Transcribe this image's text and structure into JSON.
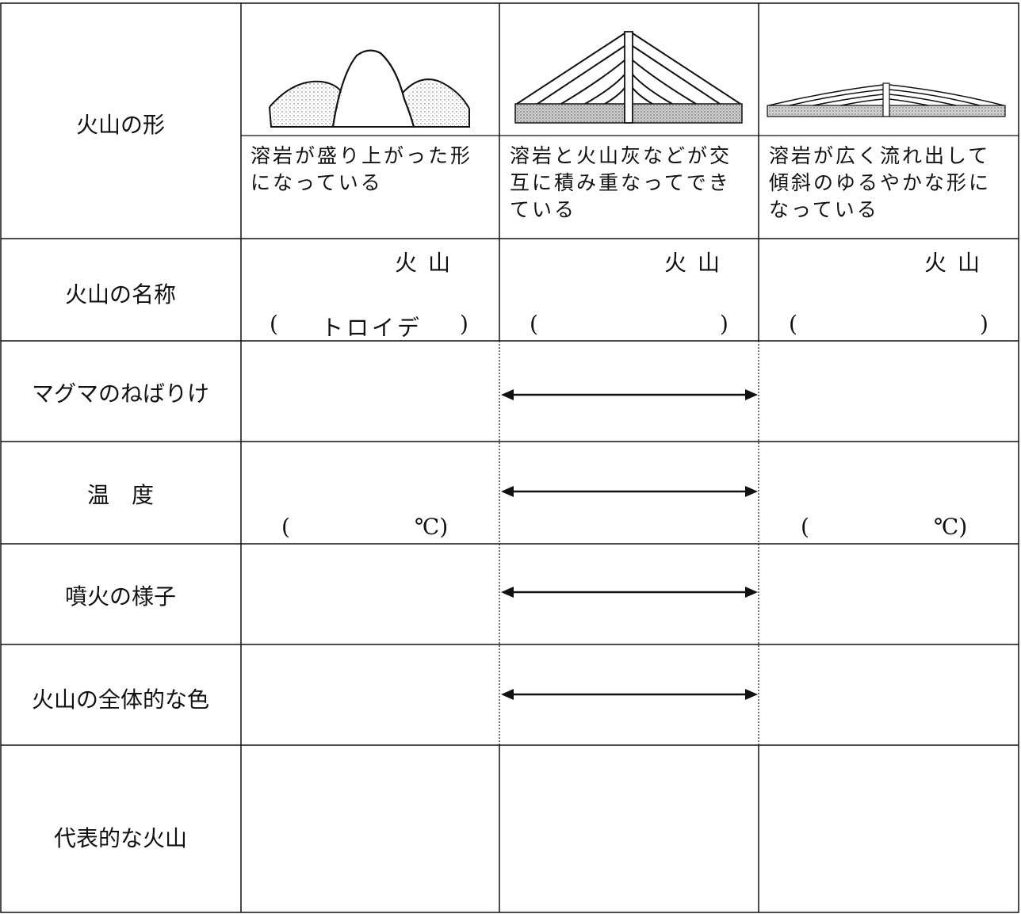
{
  "rows": {
    "shape": "火山の形",
    "name": "火山の名称",
    "viscosity": "マグマのねばりけ",
    "temperature": "温　度",
    "eruption": "噴火の様子",
    "color": "火山の全体的な色",
    "examples": "代表的な火山"
  },
  "columns": [
    {
      "desc_line1": "溶岩が盛り上がった形",
      "desc_line2": "になっている",
      "desc_line3": "",
      "name_suffix": "火山",
      "name_open": "(",
      "name_value": "トロイデ",
      "name_close": ")",
      "temp_open": "(",
      "temp_unit": "℃)"
    },
    {
      "desc_line1": "溶岩と火山灰などが交",
      "desc_line2": "互に積み重なってでき",
      "desc_line3": "ている",
      "name_suffix": "火山",
      "name_open": "(",
      "name_value": "",
      "name_close": ")"
    },
    {
      "desc_line1": "溶岩が広く流れ出して",
      "desc_line2": "傾斜のゆるやかな形に",
      "desc_line3": "なっている",
      "name_suffix": "火山",
      "name_open": "(",
      "name_value": "",
      "name_close": ")",
      "temp_open": "(",
      "temp_unit": "℃)"
    }
  ]
}
